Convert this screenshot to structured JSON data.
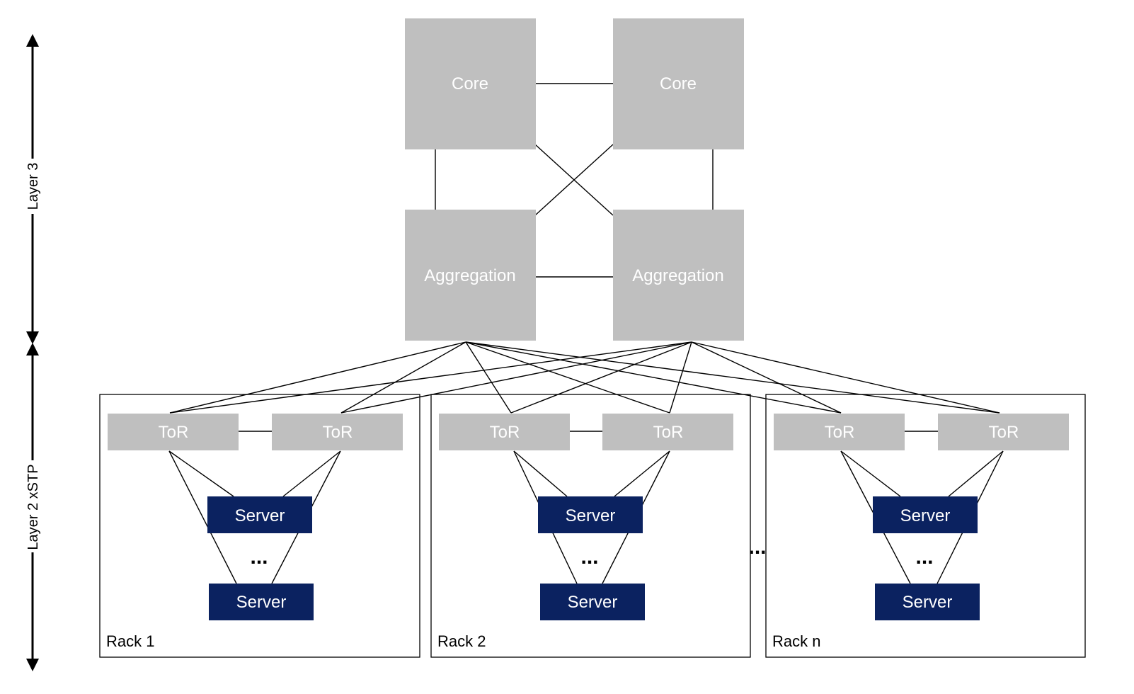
{
  "layers": {
    "layer3": "Layer 3",
    "layer2": "Layer 2 xSTP"
  },
  "core": [
    "Core",
    "Core"
  ],
  "aggregation": [
    "Aggregation",
    "Aggregation"
  ],
  "racks": [
    {
      "label": "Rack 1",
      "tor": [
        "ToR",
        "ToR"
      ],
      "servers": [
        "Server",
        "Server"
      ],
      "ellipsis": "..."
    },
    {
      "label": "Rack 2",
      "tor": [
        "ToR",
        "ToR"
      ],
      "servers": [
        "Server",
        "Server"
      ],
      "ellipsis": "..."
    },
    {
      "label": "Rack n",
      "tor": [
        "ToR",
        "ToR"
      ],
      "servers": [
        "Server",
        "Server"
      ],
      "ellipsis": "..."
    }
  ],
  "between_racks_ellipsis": "...",
  "colors": {
    "switch_gray": "#bfbfbf",
    "server_navy": "#0b2260"
  }
}
